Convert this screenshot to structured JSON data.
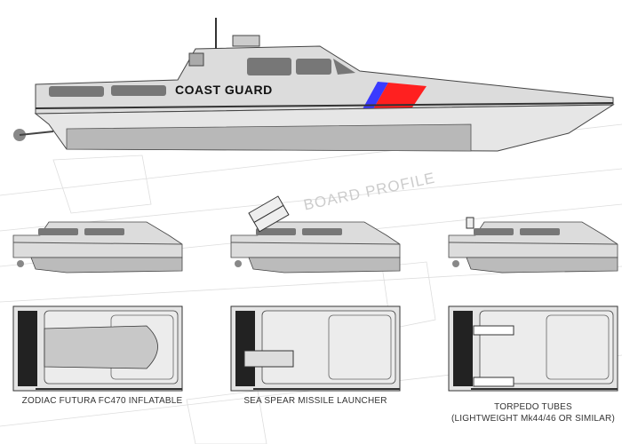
{
  "title_on_hull": "COAST GUARD",
  "watermark": "BOARD PROFILE",
  "variants": [
    {
      "caption": "ZODIAC FUTURA FC470 INFLATABLE"
    },
    {
      "caption": "SEA SPEAR MISSILE LAUNCHER"
    },
    {
      "caption": "TORPEDO TUBES",
      "subcaption": "(LIGHTWEIGHT Mk44/46 OR SIMILAR)"
    }
  ],
  "colors": {
    "stripe_red": "#ff2020",
    "stripe_blue": "#3a3aff",
    "hull": "#d8d8d8",
    "lower_hull": "#b8b8b8",
    "window": "#707070"
  }
}
